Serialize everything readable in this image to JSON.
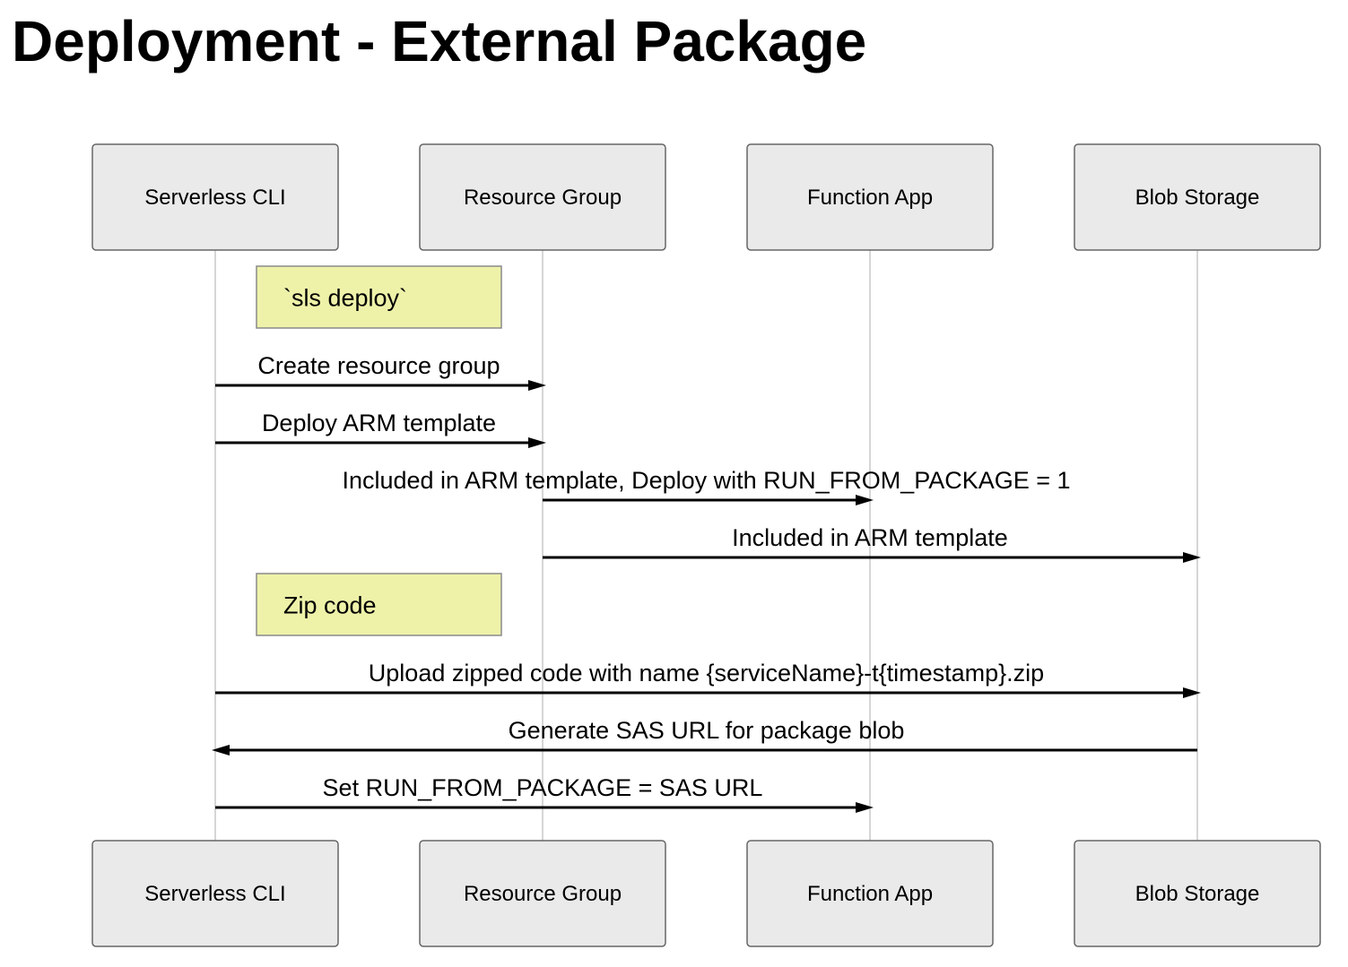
{
  "title": "Deployment - External Package",
  "actors": [
    {
      "id": "cli",
      "label": "Serverless CLI"
    },
    {
      "id": "rg",
      "label": "Resource Group"
    },
    {
      "id": "func",
      "label": "Function App"
    },
    {
      "id": "blob",
      "label": "Blob Storage"
    }
  ],
  "steps": [
    {
      "kind": "note",
      "over": "cli",
      "text": "`sls deploy`"
    },
    {
      "kind": "message",
      "from": "cli",
      "to": "rg",
      "text": "Create resource group"
    },
    {
      "kind": "message",
      "from": "cli",
      "to": "rg",
      "text": "Deploy ARM template"
    },
    {
      "kind": "message",
      "from": "rg",
      "to": "func",
      "text": "Included in ARM template, Deploy with RUN_FROM_PACKAGE = 1"
    },
    {
      "kind": "message",
      "from": "rg",
      "to": "blob",
      "text": "Included in ARM template"
    },
    {
      "kind": "note",
      "over": "cli",
      "text": "Zip code"
    },
    {
      "kind": "message",
      "from": "cli",
      "to": "blob",
      "text": "Upload zipped code with name {serviceName}-t{timestamp}.zip"
    },
    {
      "kind": "message",
      "from": "blob",
      "to": "cli",
      "text": "Generate SAS URL for package blob"
    },
    {
      "kind": "message",
      "from": "cli",
      "to": "func",
      "text": "Set RUN_FROM_PACKAGE = SAS URL"
    }
  ]
}
